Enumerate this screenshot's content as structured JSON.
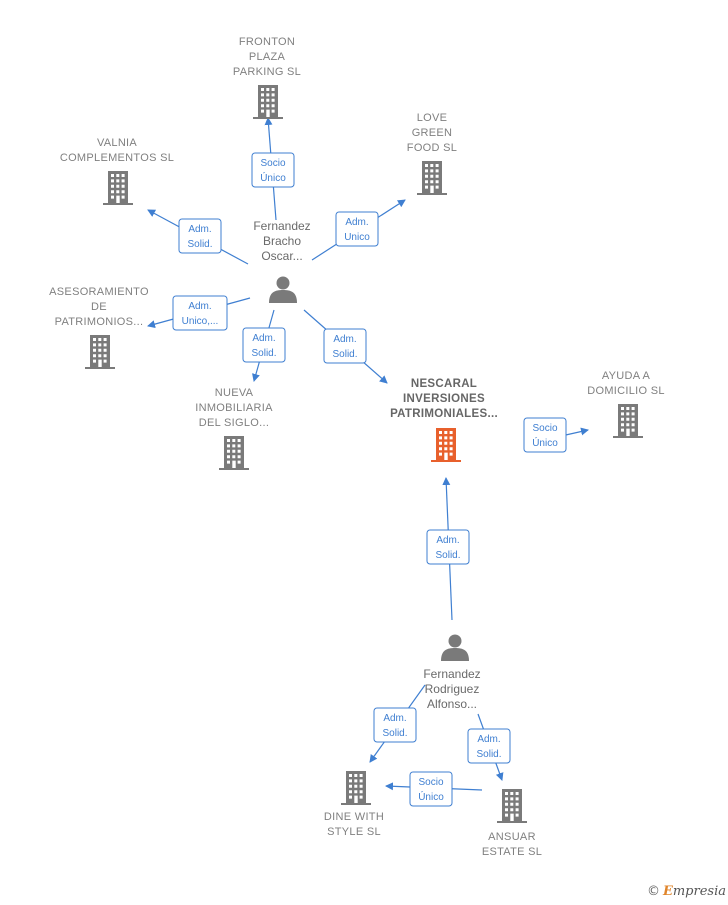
{
  "colors": {
    "edge": "#3f7fd1",
    "building": "#7a7a7a",
    "focus": "#e8602c",
    "person": "#7a7a7a"
  },
  "nodes": [
    {
      "id": "fronton",
      "type": "company",
      "lines": [
        "FRONTON",
        "PLAZA",
        "PARKING  SL"
      ]
    },
    {
      "id": "love",
      "type": "company",
      "lines": [
        "LOVE",
        "GREEN",
        "FOOD  SL"
      ]
    },
    {
      "id": "valnia",
      "type": "company",
      "lines": [
        "VALNIA",
        "COMPLEMENTOS SL"
      ]
    },
    {
      "id": "asesor",
      "type": "company",
      "lines": [
        "ASESORAMIENTO",
        "DE",
        "PATRIMONIOS..."
      ]
    },
    {
      "id": "nueva",
      "type": "company",
      "lines": [
        "NUEVA",
        "INMOBILIARIA",
        "DEL SIGLO..."
      ]
    },
    {
      "id": "nescaral",
      "type": "company",
      "focus": true,
      "lines": [
        "NESCARAL",
        "INVERSIONES",
        "PATRIMONIALES..."
      ]
    },
    {
      "id": "ayuda",
      "type": "company",
      "lines": [
        "AYUDA A",
        "DOMICILIO  SL"
      ]
    },
    {
      "id": "dine",
      "type": "company",
      "lines": [
        "DINE WITH",
        "STYLE SL"
      ]
    },
    {
      "id": "ansuar",
      "type": "company",
      "lines": [
        "ANSUAR",
        "ESTATE  SL"
      ]
    },
    {
      "id": "fernandezB",
      "type": "person",
      "lines": [
        "Fernandez",
        "Bracho",
        "Oscar..."
      ]
    },
    {
      "id": "fernandezR",
      "type": "person",
      "lines": [
        "Fernandez",
        "Rodriguez",
        "Alfonso..."
      ]
    }
  ],
  "edges": [
    {
      "from": "fernandezB",
      "to": "fronton",
      "label": [
        "Socio",
        "Único"
      ]
    },
    {
      "from": "fernandezB",
      "to": "love",
      "label": [
        "Adm.",
        "Unico"
      ]
    },
    {
      "from": "fernandezB",
      "to": "valnia",
      "label": [
        "Adm.",
        "Solid."
      ]
    },
    {
      "from": "fernandezB",
      "to": "asesor",
      "label": [
        "Adm.",
        "Unico,..."
      ]
    },
    {
      "from": "fernandezB",
      "to": "nueva",
      "label": [
        "Adm.",
        "Solid."
      ]
    },
    {
      "from": "fernandezB",
      "to": "nescaral",
      "label": [
        "Adm.",
        "Solid."
      ]
    },
    {
      "from": "nescaral",
      "to": "ayuda",
      "label": [
        "Socio",
        "Único"
      ]
    },
    {
      "from": "fernandezR",
      "to": "nescaral",
      "label": [
        "Adm.",
        "Solid."
      ]
    },
    {
      "from": "fernandezR",
      "to": "dine",
      "label": [
        "Adm.",
        "Solid."
      ]
    },
    {
      "from": "fernandezR",
      "to": "ansuar",
      "label": [
        "Adm.",
        "Solid."
      ]
    },
    {
      "from": "ansuar",
      "to": "dine",
      "label": [
        "Socio",
        "Único"
      ]
    }
  ],
  "brand": {
    "copyright": "©",
    "initial": "E",
    "rest": "mpresia"
  }
}
